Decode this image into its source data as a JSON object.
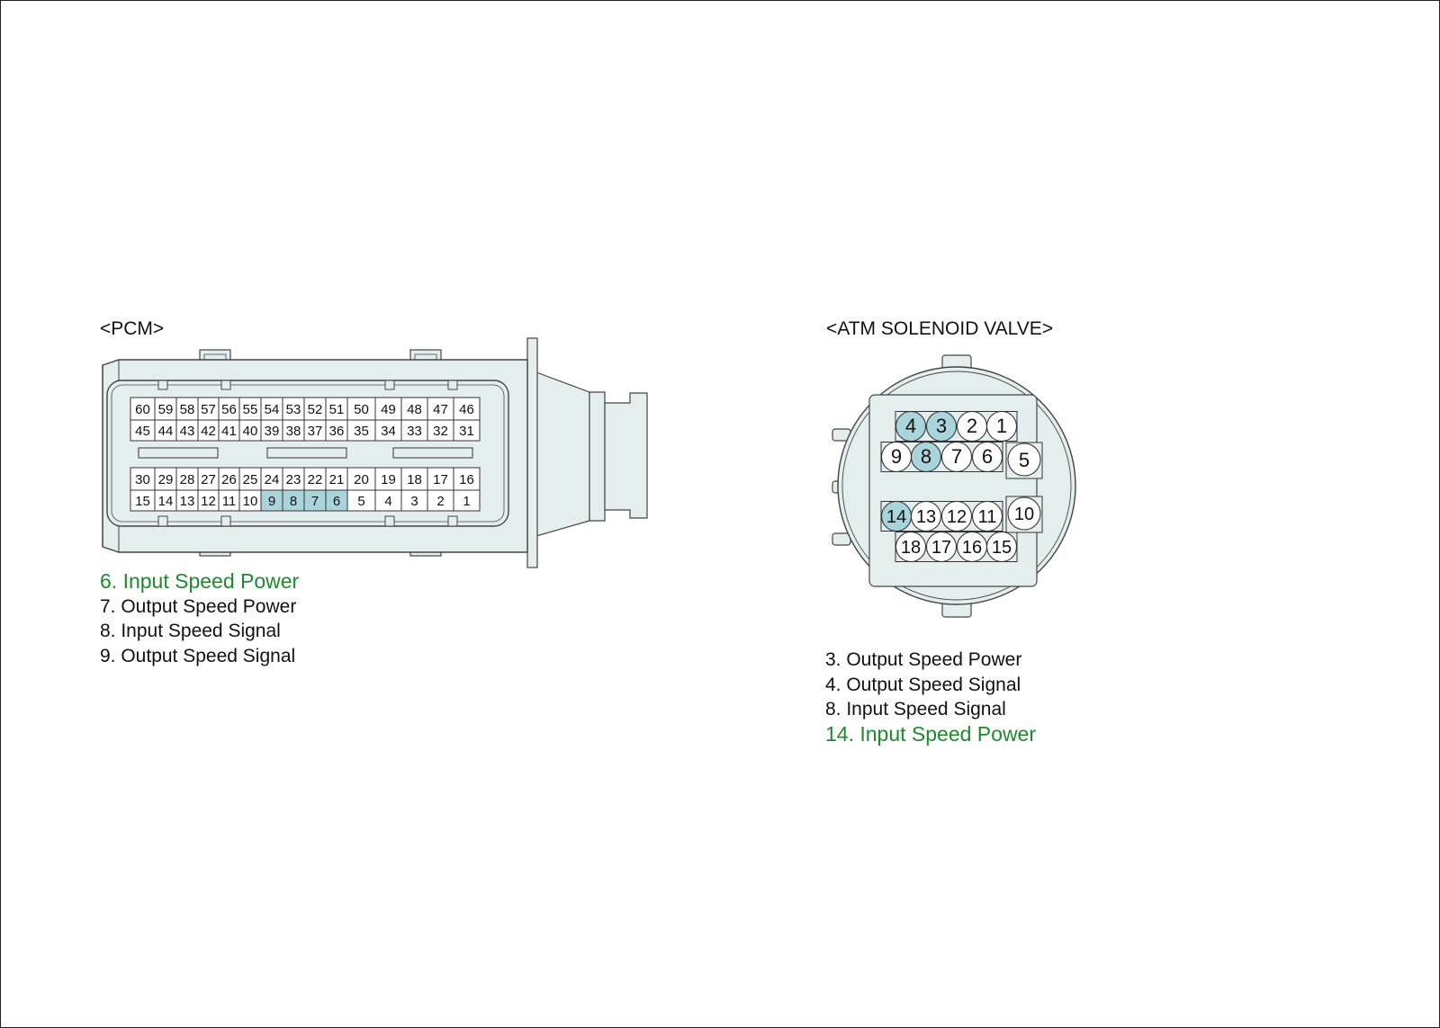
{
  "colors": {
    "body_fill": "#e4eeee",
    "outline": "#444444",
    "highlight_fill": "#a9d4dc",
    "cell_fill": "#ffffff",
    "legend_text": "#111111",
    "legend_highlight": "#1e8a2d"
  },
  "pcm": {
    "title": "<PCM>",
    "pins": {
      "row1": [
        "60",
        "59",
        "58",
        "57",
        "56",
        "55",
        "54",
        "53",
        "52",
        "51",
        "50",
        "49",
        "48",
        "47",
        "46"
      ],
      "row2": [
        "45",
        "44",
        "43",
        "42",
        "41",
        "40",
        "39",
        "38",
        "37",
        "36",
        "35",
        "34",
        "33",
        "32",
        "31"
      ],
      "row3": [
        "30",
        "29",
        "28",
        "27",
        "26",
        "25",
        "24",
        "23",
        "22",
        "21",
        "20",
        "19",
        "18",
        "17",
        "16"
      ],
      "row4": [
        "15",
        "14",
        "13",
        "12",
        "11",
        "10",
        "9",
        "8",
        "7",
        "6",
        "5",
        "4",
        "3",
        "2",
        "1"
      ]
    },
    "highlighted_pins": [
      "9",
      "8",
      "7",
      "6"
    ],
    "legend": [
      {
        "text": "6. Input Speed Power",
        "highlight": true
      },
      {
        "text": "7. Output Speed Power",
        "highlight": false
      },
      {
        "text": "8. Input Speed Signal",
        "highlight": false
      },
      {
        "text": "9. Output Speed Signal",
        "highlight": false
      }
    ]
  },
  "atm": {
    "title": "<ATM SOLENOID VALVE>",
    "pins": {
      "top_row1": [
        "4",
        "3",
        "2",
        "1"
      ],
      "top_row2": [
        "9",
        "8",
        "7",
        "6"
      ],
      "top_side": "5",
      "bottom_row1": [
        "14",
        "13",
        "12",
        "11"
      ],
      "bottom_row2": [
        "18",
        "17",
        "16",
        "15"
      ],
      "bottom_side": "10"
    },
    "highlighted_pins": [
      "4",
      "3",
      "8",
      "14"
    ],
    "legend": [
      {
        "text": "3. Output Speed Power",
        "highlight": false
      },
      {
        "text": "4. Output Speed Signal",
        "highlight": false
      },
      {
        "text": "8. Input Speed Signal",
        "highlight": false
      },
      {
        "text": "14. Input Speed Power",
        "highlight": true
      }
    ]
  }
}
